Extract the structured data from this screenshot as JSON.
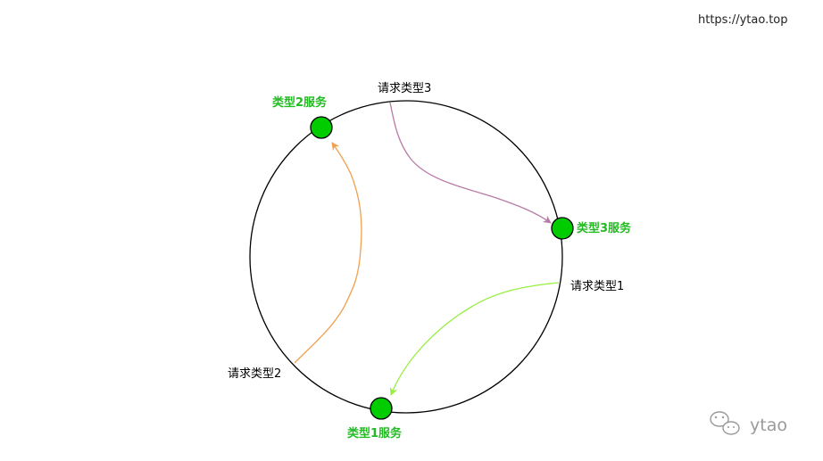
{
  "site_url": "https://ytao.top",
  "watermark": {
    "text": "ytao",
    "icon": "wechat-icon"
  },
  "colors": {
    "ring": "#000000",
    "node_fill": "#00cc00",
    "service_label": "#22bb22",
    "request_1_arrow": "#99ee44",
    "request_2_arrow": "#f0a050",
    "request_3_arrow": "#b87aa6"
  },
  "services": {
    "type1": "类型1服务",
    "type2": "类型2服务",
    "type3": "类型3服务"
  },
  "requests": {
    "type1": "请求类型1",
    "type2": "请求类型2",
    "type3": "请求类型3"
  }
}
